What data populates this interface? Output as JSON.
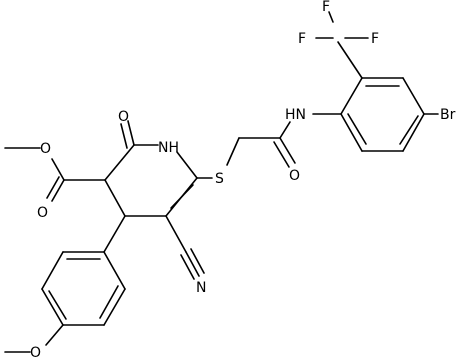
{
  "diagram": {
    "type": "chemical-structure",
    "atom_labels": {
      "f_top": "F",
      "f_left": "F",
      "f_right": "F",
      "nh_ring": "NH",
      "hn_amide": "HN",
      "o_ketone": "O",
      "o_ester_single": "O",
      "o_ester_double": "O",
      "s": "S",
      "o_amide": "O",
      "br": "Br",
      "n_nitrile": "N",
      "o_methoxy": "O"
    }
  }
}
